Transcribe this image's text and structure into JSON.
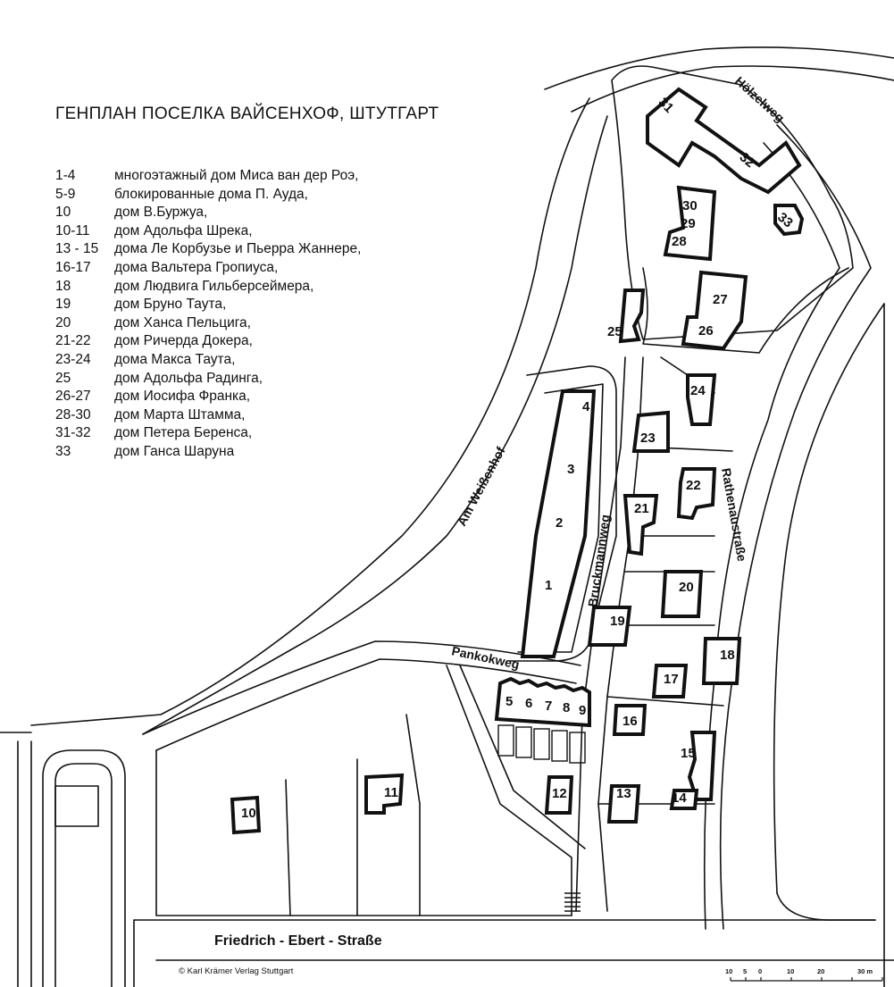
{
  "title": "ГЕНПЛАН ПОСЕЛКА ВАЙСЕНХОФ, ШТУТГАРТ",
  "legend": [
    {
      "num": "1-4",
      "text": "многоэтажный дом Миса ван дер Роэ,"
    },
    {
      "num": "5-9",
      "text": "блокированные дома П. Ауда,"
    },
    {
      "num": "10",
      "text": "дом В.Буржуа,"
    },
    {
      "num": "10-11",
      "text": "дом Адольфа Шрека,"
    },
    {
      "num": "13 - 15",
      "text": "дома Ле Корбузье и Пьерра Жаннере,"
    },
    {
      "num": "16-17",
      "text": "дома Вальтера Гропиуса,"
    },
    {
      "num": "18",
      "text": "дом Людвига Гильберсеймера,"
    },
    {
      "num": "19",
      "text": "дом Бруно Таута,"
    },
    {
      "num": "20",
      "text": "дом Ханса Пельцига,"
    },
    {
      "num": "21-22",
      "text": "дом Ричерда Докера,"
    },
    {
      "num": "23-24",
      "text": "дома Макса Таута,"
    },
    {
      "num": "25",
      "text": "дом Адольфа Радинга,"
    },
    {
      "num": "26-27",
      "text": "дом Иосифа Франка,"
    },
    {
      "num": "28-30",
      "text": "дом Марта Штамма,"
    },
    {
      "num": "31-32",
      "text": "дом Петера Беренса,"
    },
    {
      "num": "33",
      "text": "дом Ганса Шаруна"
    }
  ],
  "streets": {
    "hoelzelweg": "Hölzelweg",
    "am_weissenhof": "Am Weißenhof",
    "bruckmannweg": "Bruckmannweg",
    "rathenaustrasse": "Rathenaustraße",
    "pankokweg": "Pankokweg",
    "friedrich_ebert": "Friedrich - Ebert - Straße"
  },
  "buildings": {
    "b1": "1",
    "b2": "2",
    "b3": "3",
    "b4": "4",
    "b5": "5",
    "b6": "6",
    "b7": "7",
    "b8": "8",
    "b9": "9",
    "b10": "10",
    "b11": "11",
    "b12": "12",
    "b13": "13",
    "b14": "14",
    "b15": "15",
    "b16": "16",
    "b17": "17",
    "b18": "18",
    "b19": "19",
    "b20": "20",
    "b21": "21",
    "b22": "22",
    "b23": "23",
    "b24": "24",
    "b25": "25",
    "b26": "26",
    "b27": "27",
    "b28": "28",
    "b29": "29",
    "b30": "30",
    "b31": "31",
    "b32": "32",
    "b33": "33"
  },
  "copyright": "© Karl Krämer Verlag Stuttgart",
  "scale_labels": [
    "10",
    "5",
    "0",
    "10",
    "20",
    "30 m"
  ],
  "colors": {
    "ink": "#111111",
    "paper": "#ffffff"
  }
}
